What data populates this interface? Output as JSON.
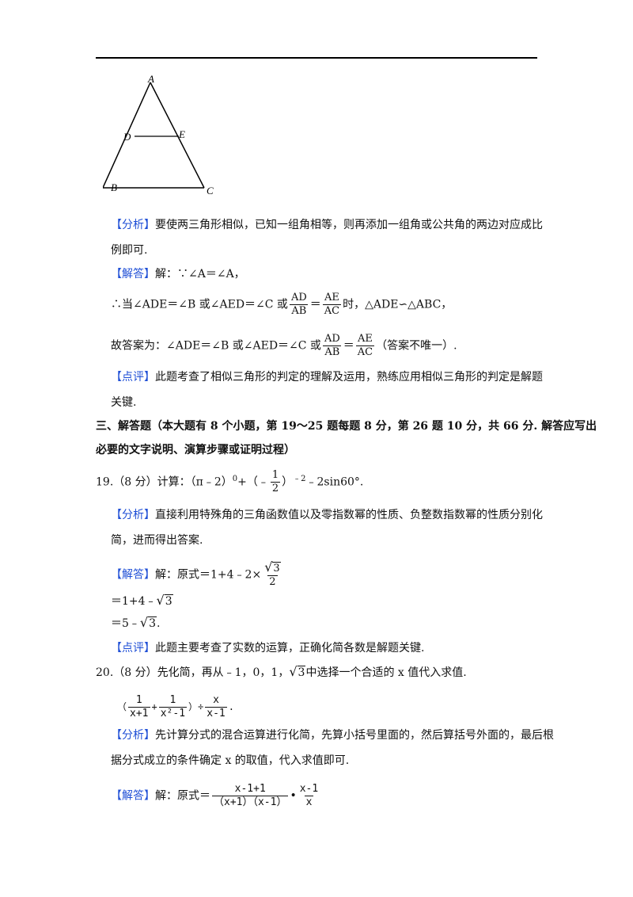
{
  "figure": {
    "A": "A",
    "B": "B",
    "C": "C",
    "D": "D",
    "E": "E"
  },
  "q18": {
    "analysis_tag": "【分析】",
    "analysis_text1": "要使两三角形相似，已知一组角相等，则再添加一组角或公共角的两边对应成比",
    "analysis_text2": "例即可.",
    "answer_tag": "【解答】",
    "answer_line1": "解：∵∠A＝∠A，",
    "line2_pre": "∴当∠ADE＝∠B 或∠AED＝∠C 或",
    "frac_AD": "AD",
    "frac_AB": "AB",
    "frac_AE": "AE",
    "frac_AC": "AC",
    "eq": "＝",
    "line2_post": "时，△ADE∽△ABC，",
    "line3_pre": "故答案为：∠ADE＝∠B 或∠AED＝∠C 或",
    "line3_post": "（答案不唯一）.",
    "comment_tag": "【点评】",
    "comment_text1": "此题考查了相似三角形的判定的理解及运用，熟练应用相似三角形的判定是解题",
    "comment_text2": "关键."
  },
  "section3": {
    "heading1": "三、解答题（本大题有 8 个小题，第 19～25 题每题 8 分，第 26 题 10 分，共 66 分. 解答应写出",
    "heading2": "必要的文字说明、演算步骤或证明过程）"
  },
  "q19": {
    "label": "19.（8 分）计算：（π﹣2）",
    "exp0": "0",
    "mid": "+（﹣",
    "frac_n": "1",
    "frac_d": "2",
    "close": "）",
    "expneg2": "﹣2",
    "tail": "﹣2sin60°.",
    "analysis_tag": "【分析】",
    "analysis_text1": "直接利用特殊角的三角函数值以及零指数幂的性质、负整数指数幂的性质分别化",
    "analysis_text2": "简，进而得出答案.",
    "answer_tag": "【解答】",
    "answer_pre": "解：原式＝1+4﹣2×",
    "sqrt3": "3",
    "step2_pre": "＝1+4﹣",
    "step3_pre": "＝5﹣",
    "step3_post": ".",
    "comment_tag": "【点评】",
    "comment_text": "此题主要考查了实数的运算，正确化简各数是解题关键."
  },
  "q20": {
    "label_pre": "20.（8 分）先化简，再从﹣1，0，1，",
    "sqrt3": "3",
    "label_post": "中选择一个合适的 x 值代入求值.",
    "expr_open": "（",
    "f1_n": "1",
    "f1_d": "x+1",
    "plus": "+",
    "f2_n": "1",
    "f2_d": "x²-1",
    "expr_close": "）÷",
    "f3_n": "x",
    "f3_d": "x-1",
    "expr_end": ".",
    "analysis_tag": "【分析】",
    "analysis_text1": "先计算分式的混合运算进行化简，先算小括号里面的，然后算括号外面的，最后根",
    "analysis_text2": "据分式成立的条件确定 x 的取值，代入求值即可.",
    "answer_tag": "【解答】",
    "answer_pre": "解：原式＝",
    "a1_n": "x-1+1",
    "a1_d": "（x+1）（x-1）",
    "dot": "•",
    "a2_n": "x-1",
    "a2_d": "x"
  }
}
